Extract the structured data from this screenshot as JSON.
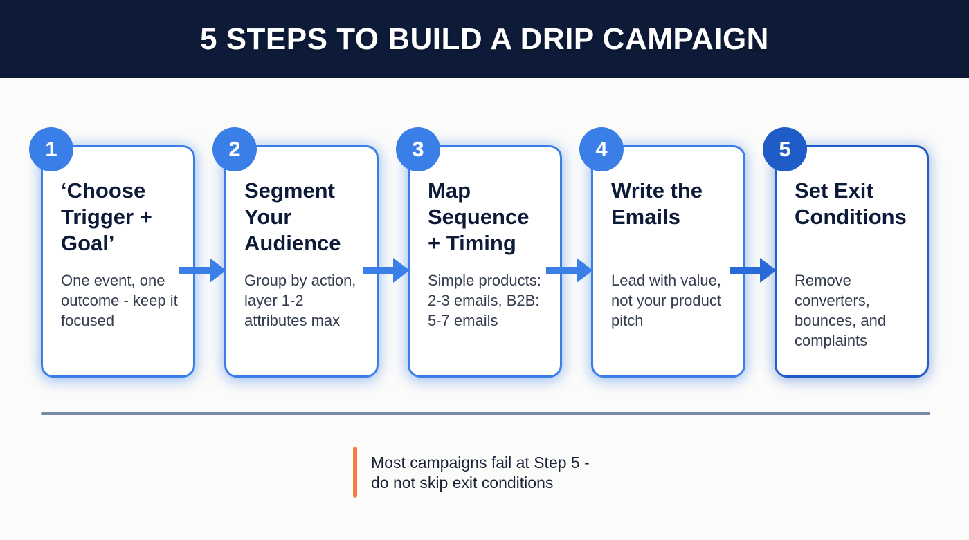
{
  "header": {
    "title": "5 STEPS TO BUILD A DRIP CAMPAIGN"
  },
  "colors": {
    "header_bg": "#0d1b38",
    "card_accent": "#3a7ee8",
    "card_accent_final": "#1f5cc8",
    "title_text": "#0d1b38",
    "divider": "#7889a6",
    "callout_bar": "#f47b45"
  },
  "steps": [
    {
      "number": "1",
      "title": "‘Choose Trigger + Goal’",
      "description": "One event, one outcome - keep it focused"
    },
    {
      "number": "2",
      "title": "Segment Your Audience",
      "description": "Group by action, layer 1-2 attributes max"
    },
    {
      "number": "3",
      "title": "Map Sequence + Timing",
      "description": "Simple products: 2-3 emails, B2B: 5-7 emails"
    },
    {
      "number": "4",
      "title": "Write the Emails",
      "description": "Lead with value, not your product pitch"
    },
    {
      "number": "5",
      "title": "Set Exit Conditions",
      "description": "Remove converters, bounces, and complaints"
    }
  ],
  "callout": {
    "text": "Most campaigns fail at Step 5 - do not skip exit conditions"
  }
}
